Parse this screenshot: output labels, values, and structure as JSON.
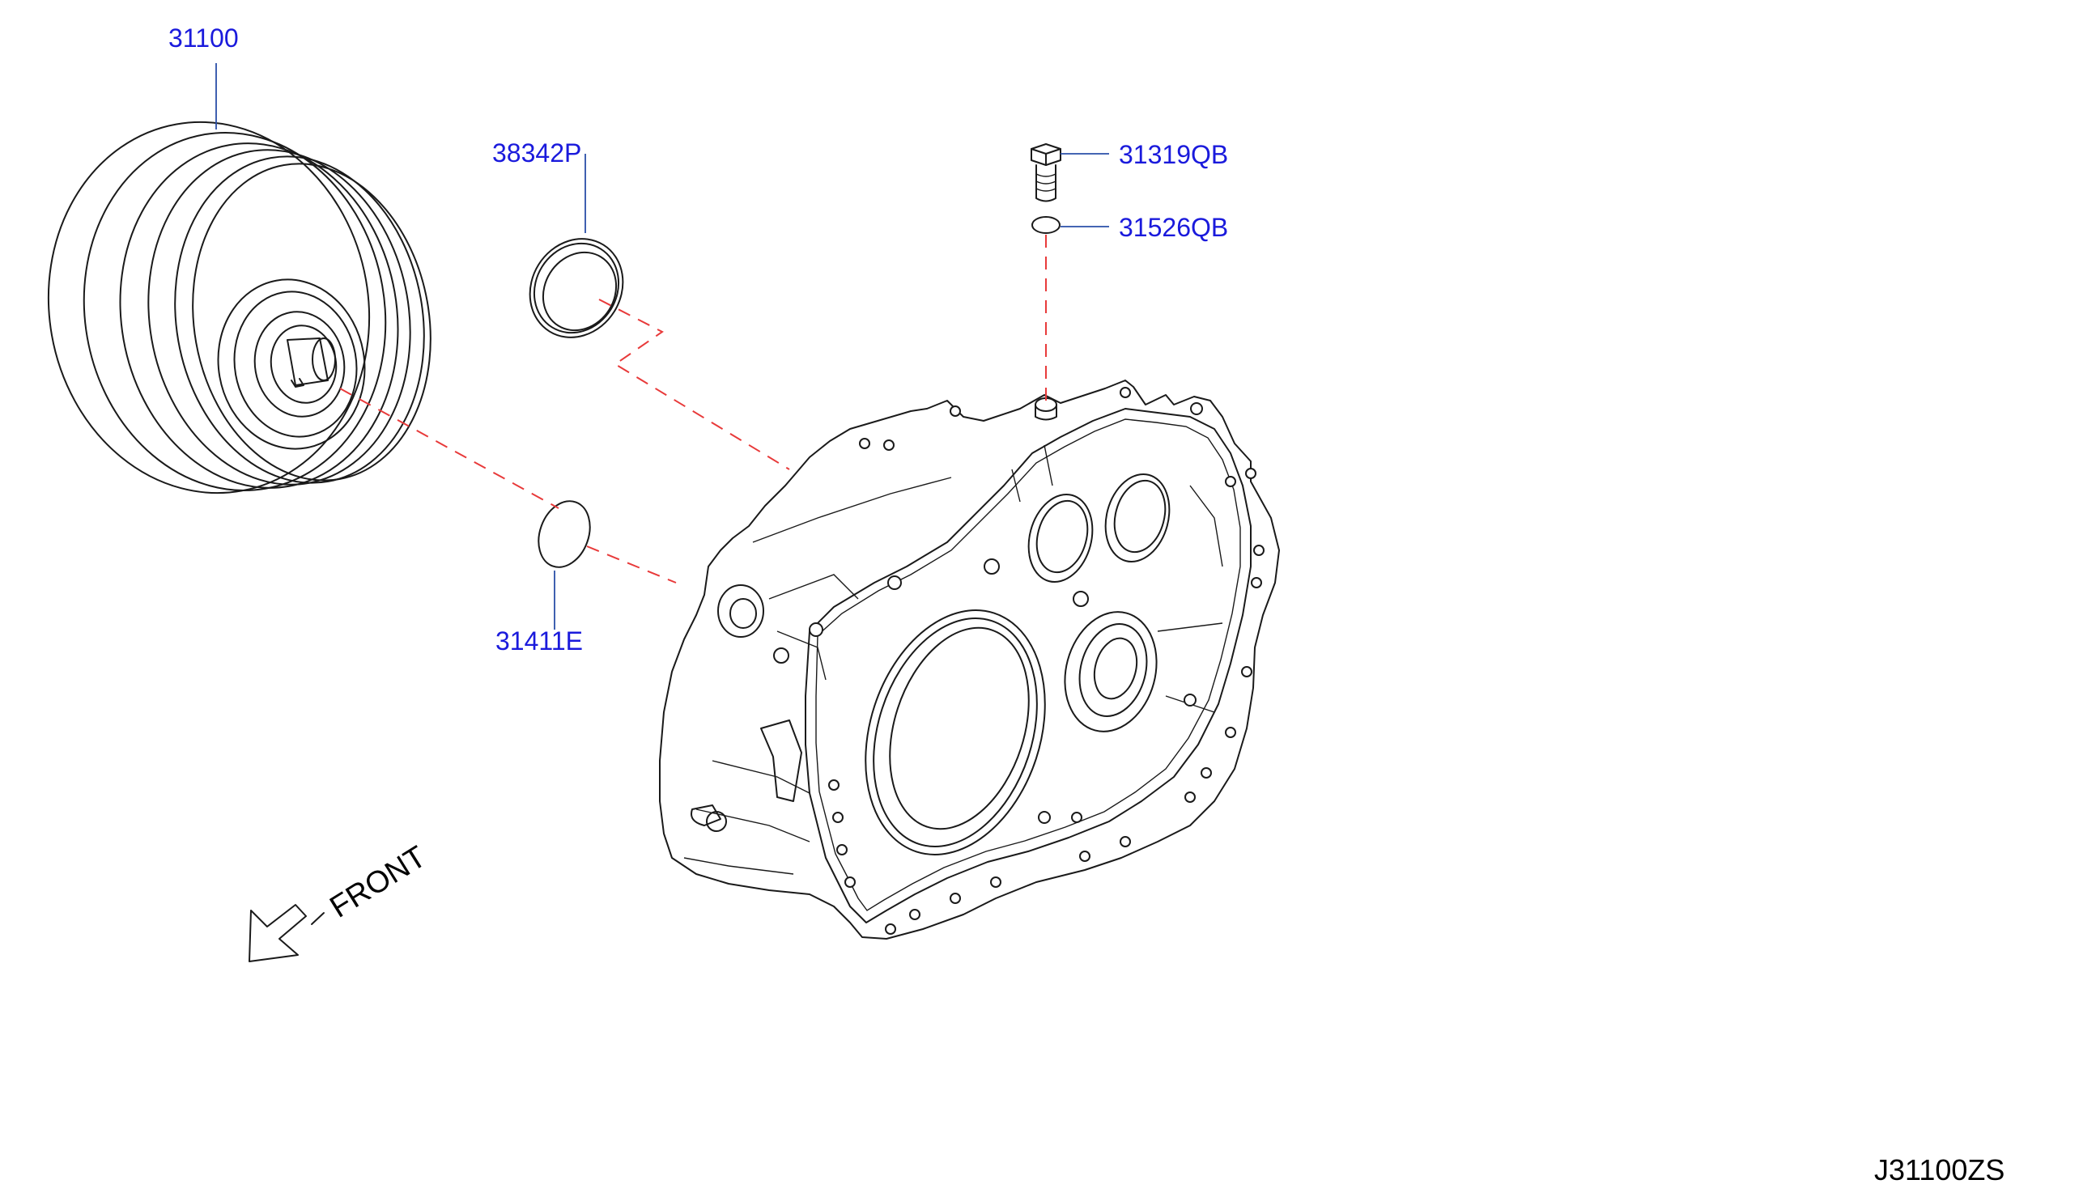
{
  "diagram": {
    "parts": [
      {
        "id": "converter",
        "number": "31100"
      },
      {
        "id": "oil-seal",
        "number": "38342P"
      },
      {
        "id": "bolt",
        "number": "31319QB"
      },
      {
        "id": "washer",
        "number": "31526QB"
      },
      {
        "id": "o-ring",
        "number": "31411E"
      }
    ],
    "front_label": "FRONT",
    "figure_code": "J31100ZS",
    "colors": {
      "callout_text": "#1a1adc",
      "leader_line": "#2a4fa8",
      "dashed_line": "#e83a3a",
      "line_art": "#1a1a1a"
    }
  }
}
